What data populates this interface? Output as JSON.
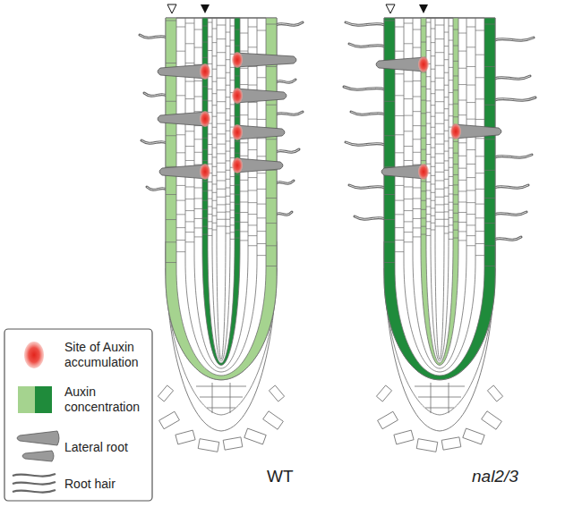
{
  "diagram": {
    "labels": [
      "WT",
      "nal2/3"
    ],
    "legend": [
      {
        "text": "Site of Auxin accumulation"
      },
      {
        "text": "Auxin concentration"
      },
      {
        "text": "Lateral root"
      },
      {
        "text": "Root hair"
      }
    ]
  }
}
